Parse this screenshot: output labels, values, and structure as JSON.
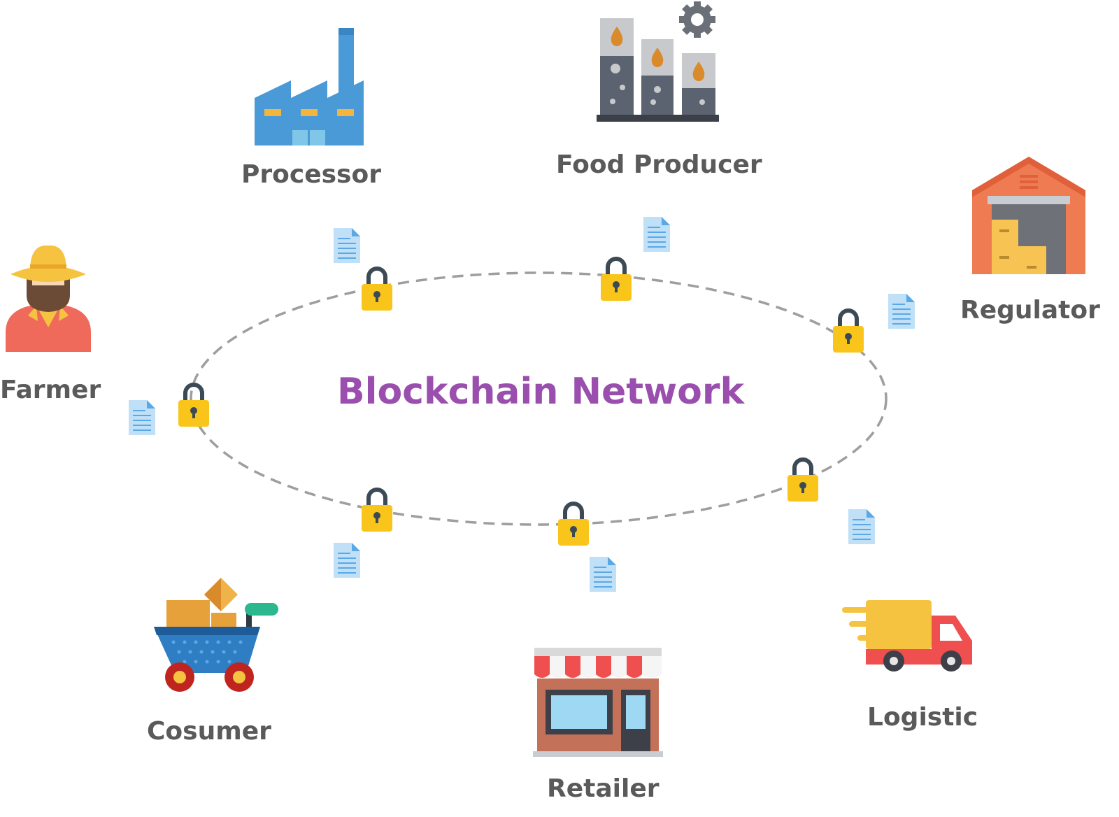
{
  "title": "Blockchain Network",
  "nodes": {
    "processor": "Processor",
    "food_producer": "Food Producer",
    "regulator": "Regulator",
    "farmer": "Farmer",
    "consumer": "Cosumer",
    "retailer": "Retailer",
    "logistic": "Logistic"
  },
  "icons": {
    "processor": "factory-icon",
    "food_producer": "oil-barrels-with-gear-icon",
    "regulator": "warehouse-icon",
    "farmer": "farmer-icon",
    "consumer": "shopping-cart-icon",
    "retailer": "storefront-icon",
    "logistic": "delivery-truck-icon",
    "lock": "padlock-icon",
    "document": "document-icon"
  },
  "colors": {
    "title": "#9a4fae",
    "label": "#5a5a5a",
    "ring": "#9e9e9e",
    "lock_body": "#f9c51a",
    "lock_shackle": "#3b4a55",
    "document": "#bfe0f7"
  }
}
